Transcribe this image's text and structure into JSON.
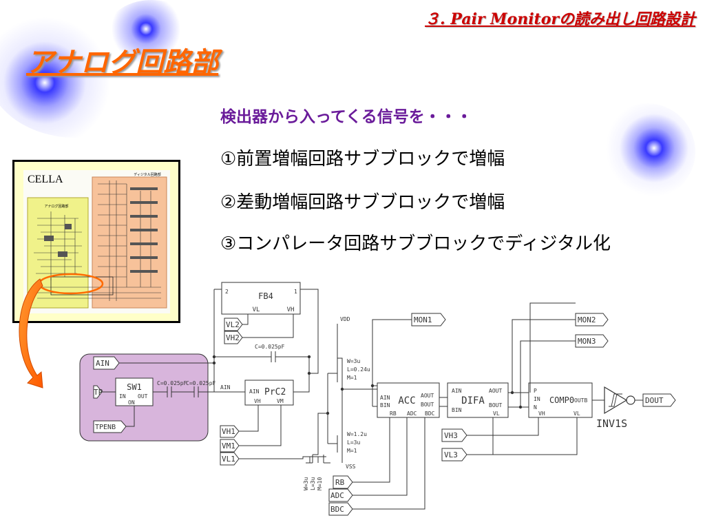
{
  "header": {
    "title": "３. Pair Monitorの読み出し回路設計"
  },
  "page_title": "アナログ回路部",
  "lead": "検出器から入ってくる信号を・・・",
  "steps": [
    "①前置増幅回路サブブロックで増幅",
    "②差動増幅回路サブブロックで増幅",
    "③コンパレータ回路サブブロックでディジタル化"
  ],
  "cella": {
    "label": "CELLA",
    "analog_label": "アナログ回路部",
    "digital_label": "ディジタル回路部"
  },
  "schematic": {
    "fb4": {
      "name": "FB4",
      "pin_left": "2",
      "pin_right": "1",
      "vl": "VL",
      "vh": "VH"
    },
    "sw1": {
      "name": "SW1",
      "in": "IN",
      "out": "OUT",
      "on": "ON"
    },
    "prc2": {
      "name": "PrC2",
      "ain": "AIN",
      "vh": "VH",
      "vm": "VM"
    },
    "acc": {
      "name": "ACC",
      "ain": "AIN",
      "bin": "BIN",
      "aout": "AOUT",
      "bout": "BOUT",
      "rb": "RB",
      "adc": "ADC",
      "bdc": "BDC"
    },
    "difa": {
      "name": "DIFA",
      "ain": "AIN",
      "bin": "BIN",
      "aout": "AOUT",
      "bout": "BOUT",
      "vl": "VL"
    },
    "comp0": {
      "name": "COMP0",
      "p": "P",
      "in": "IN",
      "n": "N",
      "vh": "VH",
      "vl": "VL",
      "outb": "OUTB"
    },
    "inv": {
      "name": "INV1S"
    },
    "ports": {
      "ain": "AIN",
      "tp": "TP",
      "tpenb": "TPENB",
      "vl2": "VL2",
      "vh2": "VH2",
      "vh1": "VH1",
      "vm1": "VM1",
      "vl1": "VL1",
      "rb": "RB",
      "adc": "ADC",
      "bdc": "BDC",
      "vh3": "VH3",
      "vl3": "VL3",
      "mon1": "MON1",
      "mon2": "MON2",
      "mon3": "MON3",
      "dout": "DOUT"
    },
    "labels": {
      "vdd": "VDD",
      "vss": "VSS",
      "ain_wire": "AIN",
      "cap_fb": "C=0.025pF",
      "cap1": "C=0.025pF",
      "cap2": "C=0.025pF",
      "m1_w": "W=3u",
      "m1_l": "L=0.24u",
      "m1_m": "M=1",
      "m2_w": "W=1.2u",
      "m2_l": "L=3u",
      "m2_m": "M=1",
      "m3_w": "W=3u",
      "m3_l": "L=3u",
      "m3_m": "M=10"
    }
  }
}
